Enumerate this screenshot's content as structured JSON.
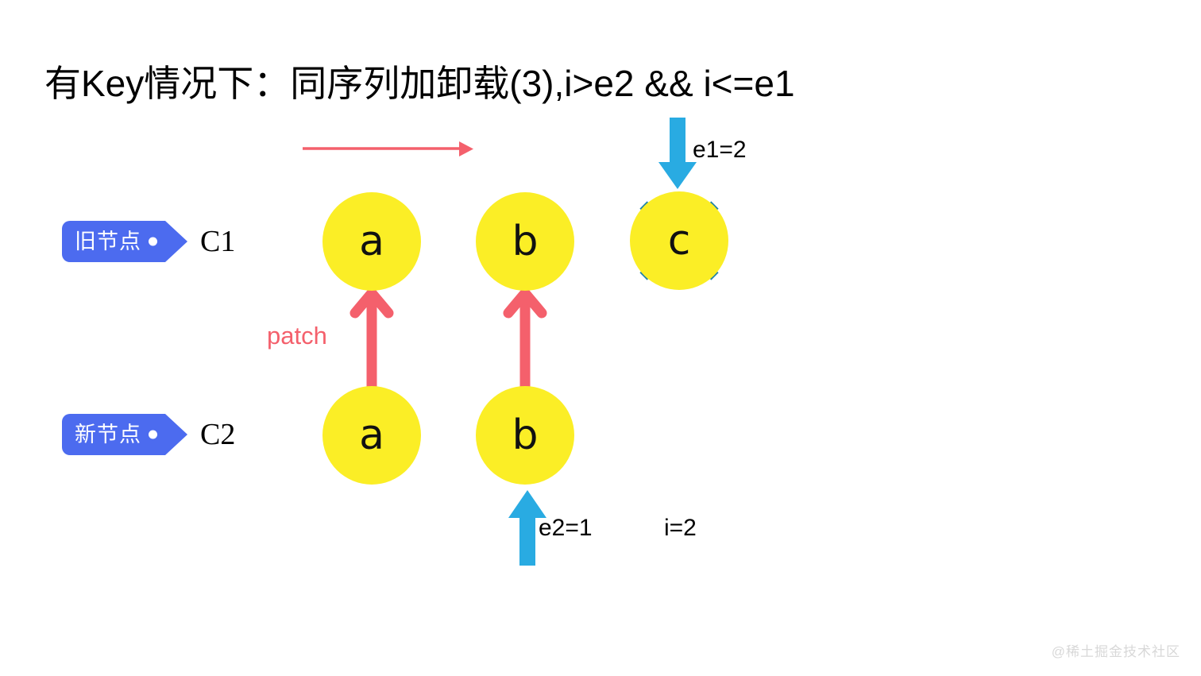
{
  "title": "有Key情况下：同序列加卸载(3),i>e2 && i<=e1",
  "rows": {
    "old": {
      "tag": "旧节点",
      "code": "C1"
    },
    "new": {
      "tag": "新节点",
      "code": "C2"
    }
  },
  "nodes": {
    "old": [
      {
        "letter": "a",
        "removed": false
      },
      {
        "letter": "b",
        "removed": false
      },
      {
        "letter": "c",
        "removed": true
      }
    ],
    "new": [
      {
        "letter": "a"
      },
      {
        "letter": "b"
      }
    ]
  },
  "labels": {
    "patch": "patch",
    "e1": "e1=2",
    "e2": "e2=1",
    "i": "i=2"
  },
  "colors": {
    "node_yellow": "#fbee26",
    "tag_blue": "#4c6bef",
    "arrow_red": "#f4606c",
    "arrow_blue": "#29abe2",
    "cross_teal": "#1f82a8",
    "text_black": "#000000",
    "watermark_gray": "#d8d8d8"
  },
  "watermark": "@稀土掘金技术社区"
}
